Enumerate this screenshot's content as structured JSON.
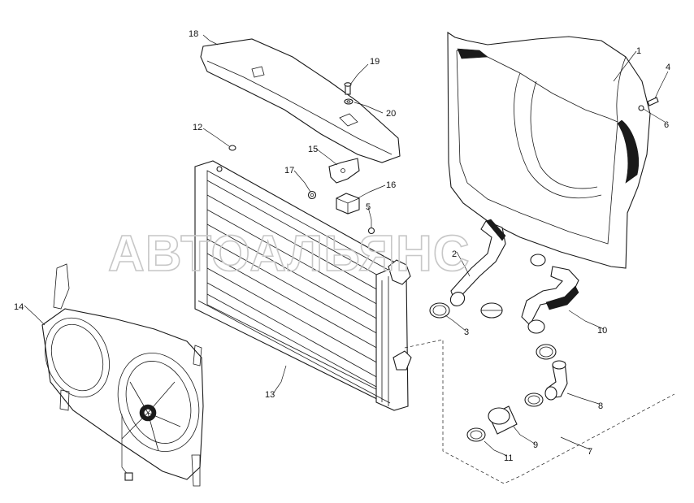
{
  "watermark": "АВТОАЛЬЯНС",
  "callouts": {
    "c1": "1",
    "c2": "2",
    "c3": "3",
    "c4": "4",
    "c5": "5",
    "c6": "6",
    "c7": "7",
    "c8": "8",
    "c9": "9",
    "c10": "10",
    "c11": "11",
    "c12": "12",
    "c13": "13",
    "c14": "14",
    "c15": "15",
    "c16": "16",
    "c17": "17",
    "c18": "18",
    "c19": "19",
    "c20": "20"
  }
}
